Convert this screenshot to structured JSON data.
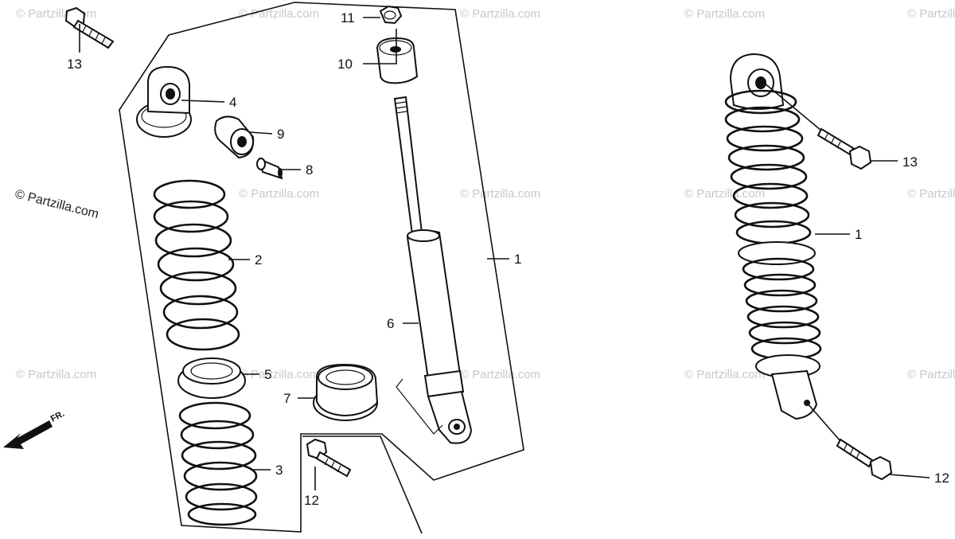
{
  "callouts": {
    "c1a": "1",
    "c1b": "1",
    "c2": "2",
    "c3": "3",
    "c4": "4",
    "c5": "5",
    "c6": "6",
    "c7": "7",
    "c8": "8",
    "c9": "9",
    "c10": "10",
    "c11": "11",
    "c12a": "12",
    "c12b": "12",
    "c13a": "13",
    "c13b": "13"
  },
  "front_label": "FR.",
  "watermark": "© Partzilla.com"
}
